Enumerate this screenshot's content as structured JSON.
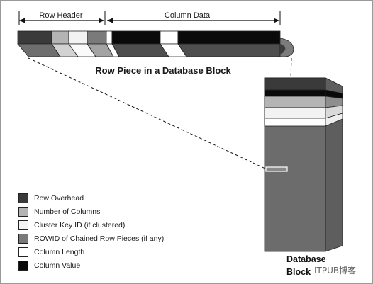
{
  "diagram": {
    "row_header_label": "Row Header",
    "column_data_label": "Column Data",
    "row_piece_title": "Row Piece in a Database Block",
    "database_block_title_line1": "Database",
    "database_block_title_line2": "Block"
  },
  "legend": [
    {
      "label": "Row Overhead",
      "color": "#3a3a3a"
    },
    {
      "label": "Number of Columns",
      "color": "#b4b4b4"
    },
    {
      "label": "Cluster Key ID (if clustered)",
      "color": "#f2f2f2"
    },
    {
      "label": "ROWID of Chained Row Pieces (if any)",
      "color": "#7a7a7a"
    },
    {
      "label": "Column Length",
      "color": "#ffffff"
    },
    {
      "label": "Column Value",
      "color": "#0a0a0a"
    }
  ],
  "watermark": "ITPUB博客"
}
